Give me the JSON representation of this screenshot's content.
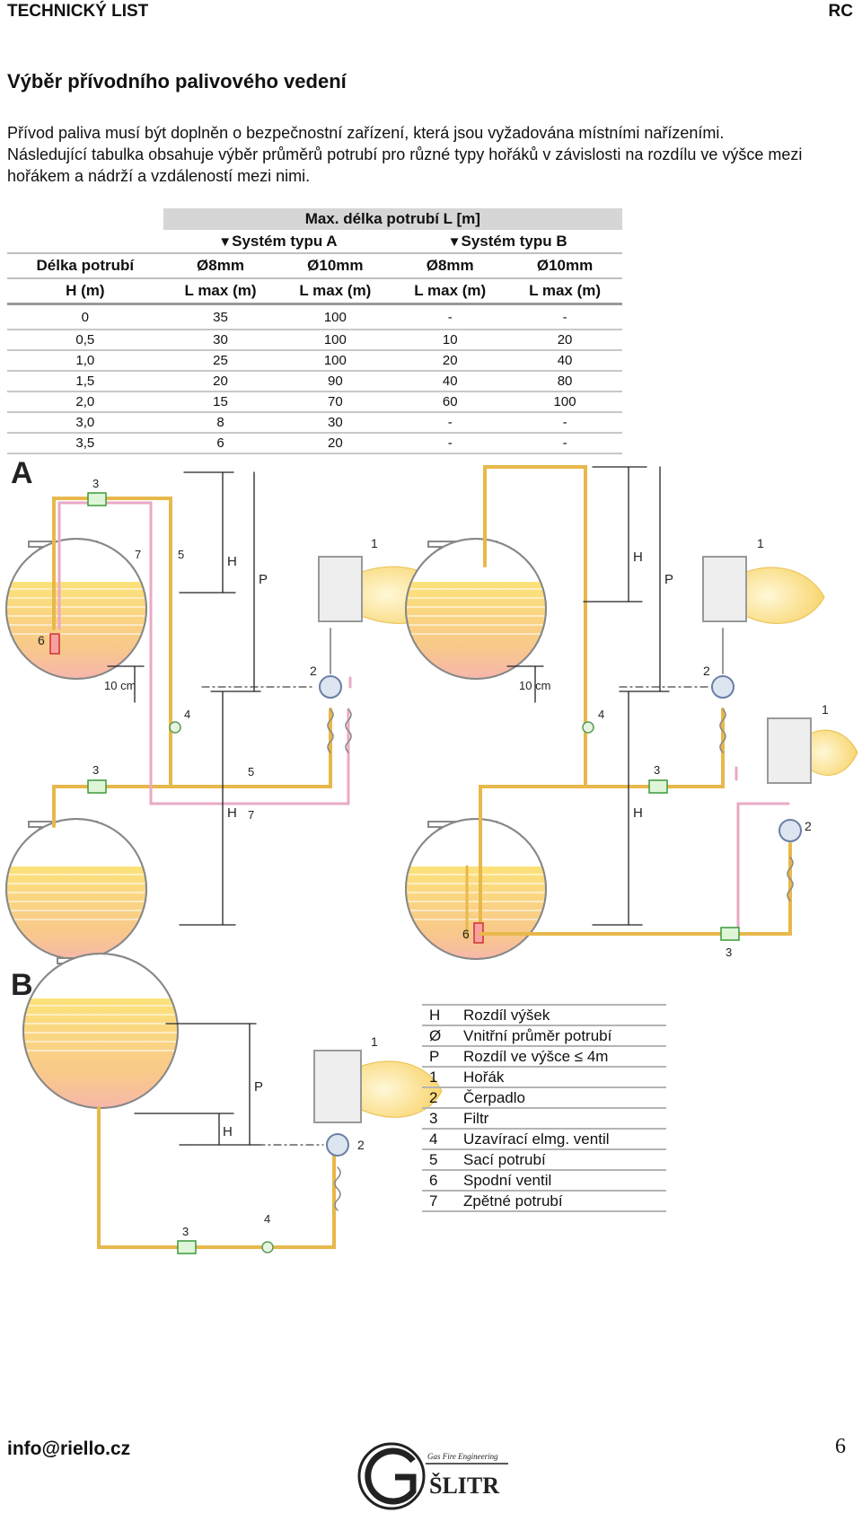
{
  "header": {
    "left": "TECHNICKÝ LIST",
    "right": "RC"
  },
  "title": "Výběr přívodního palivového vedení",
  "intro": [
    "Přívod paliva musí být doplněn o bezpečnostní zařízení, která jsou vyžadována místními nařízeními.",
    "Následující tabulka obsahuje výběr průměrů potrubí pro různé typy hořáků v závislosti na rozdílu ve výšce mezi hořákem a nádrží a vzdáleností mezi nimi."
  ],
  "table": {
    "top_header": "Max. délka potrubí  L [m]",
    "system_a": "Systém typu A",
    "system_b": "Systém typu B",
    "triangle": "▼",
    "col_pipe": "Délka potrubí",
    "col_h": "H (m)",
    "dia_8": "Ø8mm",
    "dia_10": "Ø10mm",
    "lmax": "L max (m)",
    "rows": [
      [
        "0",
        "35",
        "100",
        "-",
        "-"
      ],
      [
        "0,5",
        "30",
        "100",
        "10",
        "20"
      ],
      [
        "1,0",
        "25",
        "100",
        "20",
        "40"
      ],
      [
        "1,5",
        "20",
        "90",
        "40",
        "80"
      ],
      [
        "2,0",
        "15",
        "70",
        "60",
        "100"
      ],
      [
        "3,0",
        "8",
        "30",
        "-",
        "-"
      ],
      [
        "3,5",
        "6",
        "20",
        "-",
        "-"
      ]
    ]
  },
  "diagram": {
    "label_a": "A",
    "label_b": "B",
    "label_h": "H",
    "label_p": "P",
    "label_10cm": "10 cm",
    "n1": "1",
    "n2": "2",
    "n3": "3",
    "n4": "4",
    "n5": "5",
    "n6": "6",
    "n7": "7"
  },
  "legend": [
    [
      "H",
      "Rozdíl výšek"
    ],
    [
      "Ø",
      "Vnitřní průměr potrubí"
    ],
    [
      "P",
      "Rozdíl ve výšce ≤ 4m"
    ],
    [
      "1",
      "Hořák"
    ],
    [
      "2",
      "Čerpadlo"
    ],
    [
      "3",
      "Filtr"
    ],
    [
      "4",
      "Uzavírací elmg. ventil"
    ],
    [
      "5",
      "Sací potrubí"
    ],
    [
      "6",
      "Spodní ventil"
    ],
    [
      "7",
      "Zpětné potrubí"
    ]
  ],
  "footer": {
    "email": "info@riello.cz",
    "page": "6",
    "logo_text": "ŠLITR",
    "logo_sub": "Gas Fire Engineering"
  }
}
